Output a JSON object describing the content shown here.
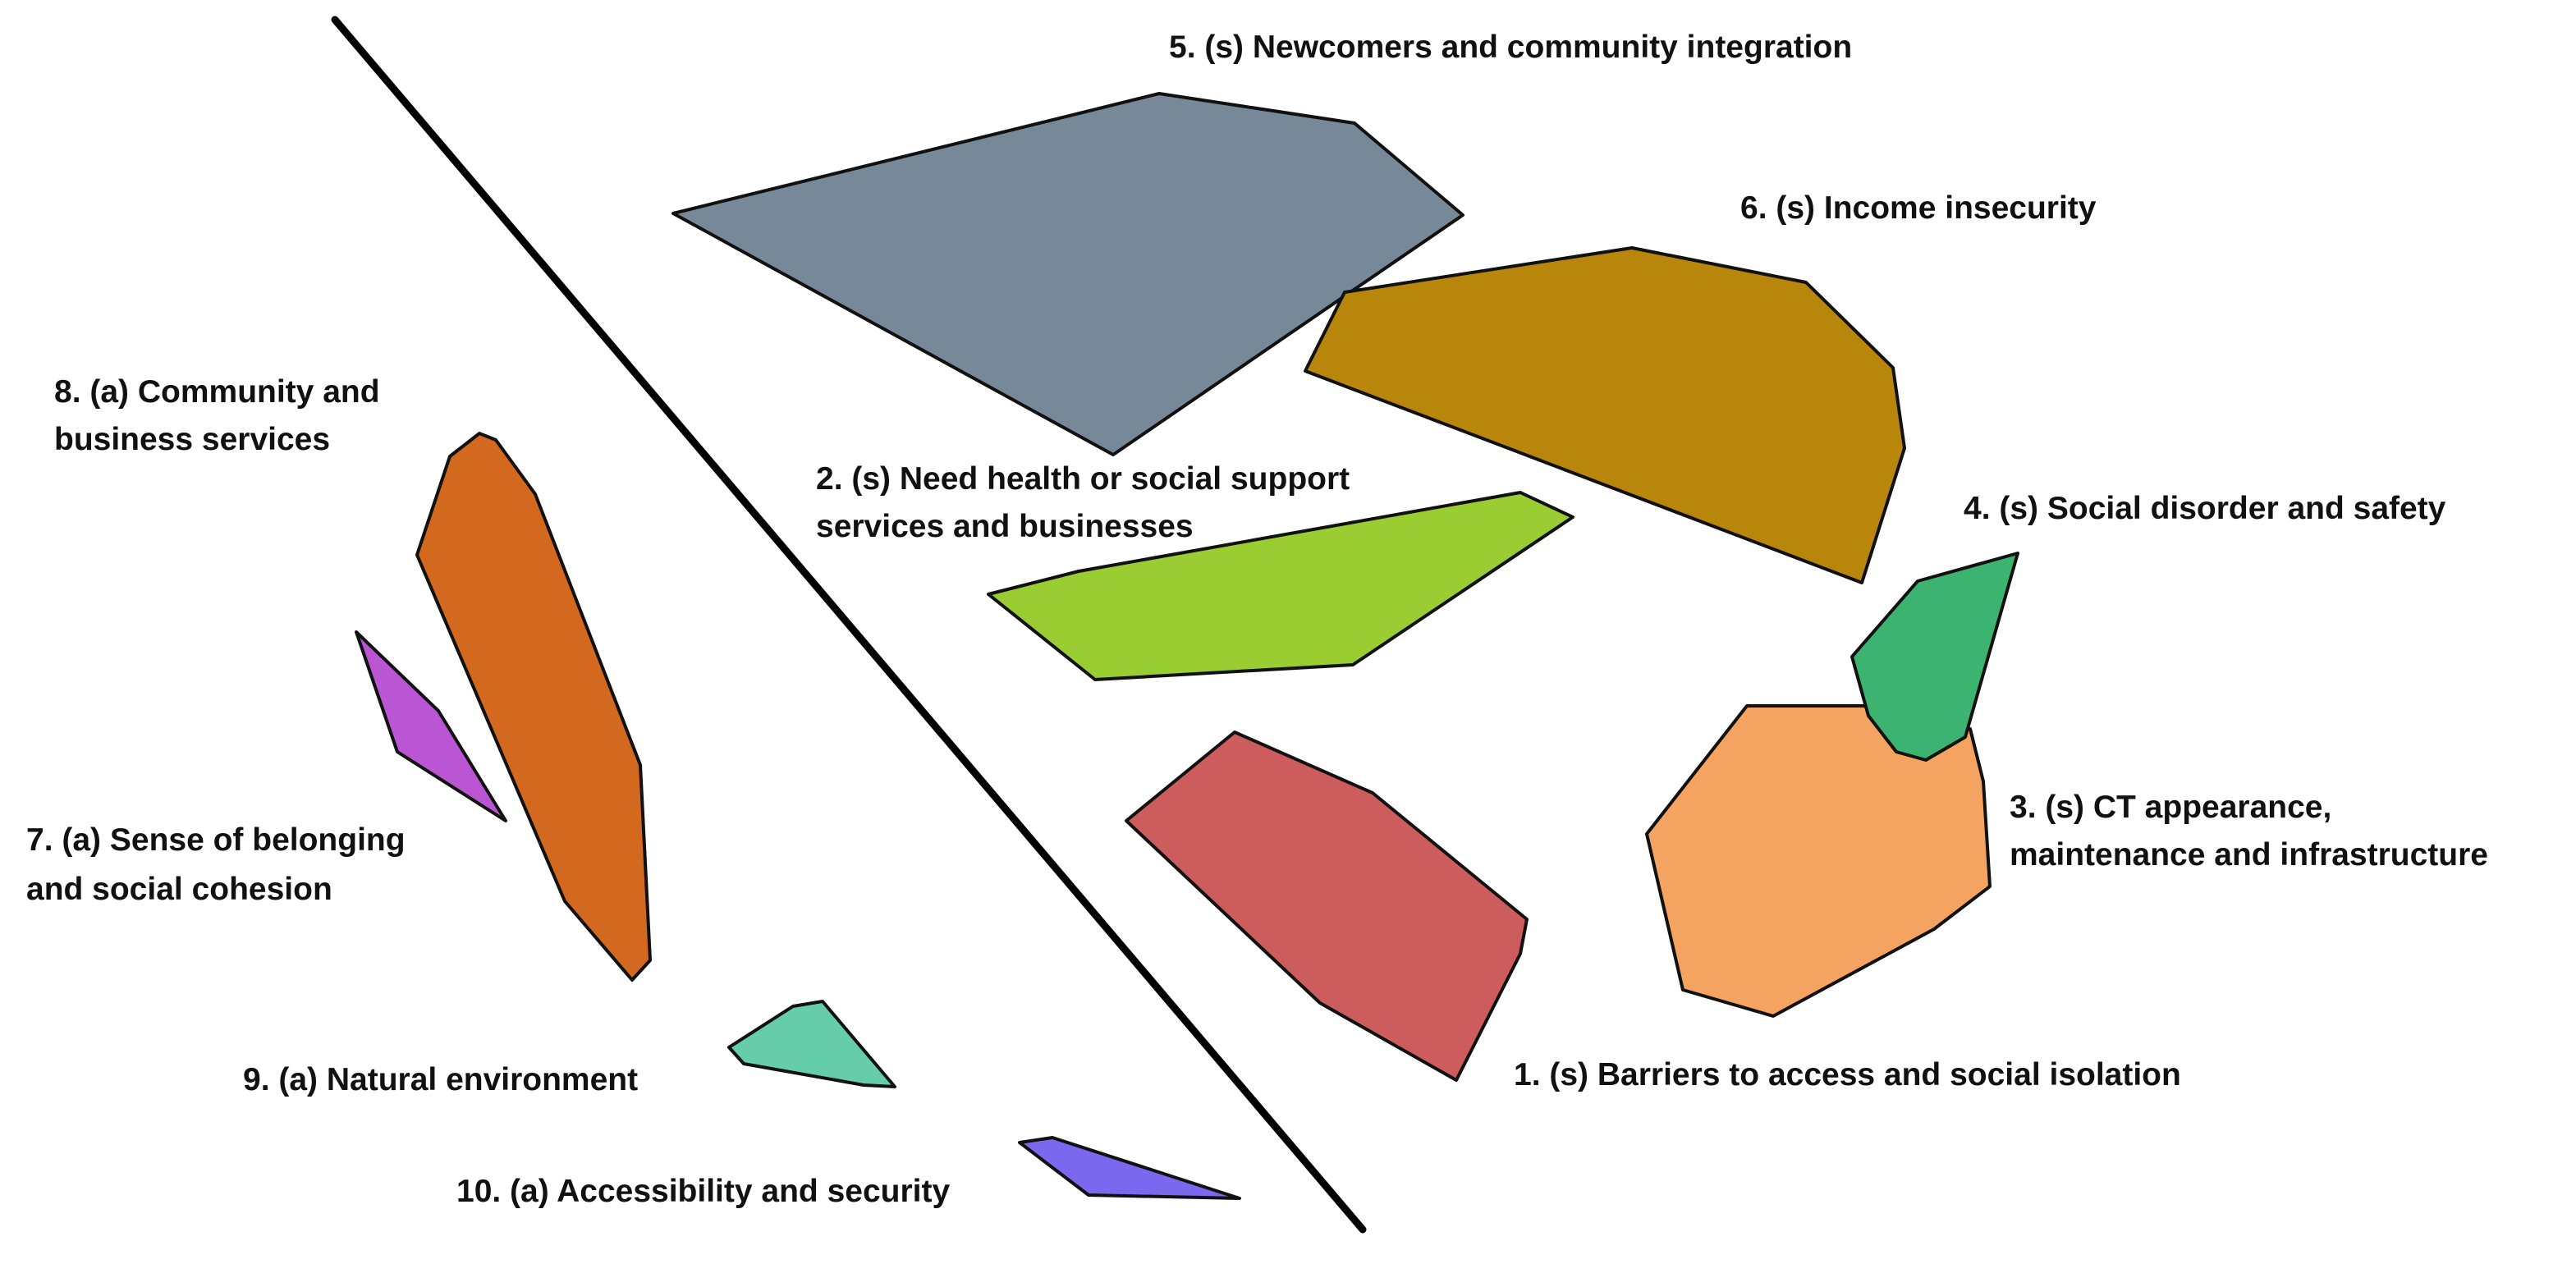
{
  "clusters": [
    {
      "id": "c1",
      "lines": [
        "1. (s) Barriers to access and social isolation"
      ],
      "color": "#CD5C5C"
    },
    {
      "id": "c2",
      "lines": [
        "2. (s) Need health or social support",
        "services and businesses"
      ],
      "color": "#9ACD32"
    },
    {
      "id": "c3",
      "lines": [
        "3. (s) CT appearance,",
        "maintenance and infrastructure"
      ],
      "color": "#F4A460"
    },
    {
      "id": "c4",
      "lines": [
        "4. (s) Social disorder and safety"
      ],
      "color": "#3CB371"
    },
    {
      "id": "c5",
      "lines": [
        "5. (s) Newcomers and community integration"
      ],
      "color": "#778899"
    },
    {
      "id": "c6",
      "lines": [
        "6. (s) Income insecurity"
      ],
      "color": "#B8860B"
    },
    {
      "id": "c7",
      "lines": [
        "7. (a) Sense of belonging",
        "and social cohesion"
      ],
      "color": "#BA55D3"
    },
    {
      "id": "c8",
      "lines": [
        "8. (a) Community and",
        "business services"
      ],
      "color": "#D2691E"
    },
    {
      "id": "c9",
      "lines": [
        "9. (a) Natural environment"
      ],
      "color": "#66CDAA"
    },
    {
      "id": "c10",
      "lines": [
        "10. (a) Accessibility and security"
      ],
      "color": "#7B68EE"
    }
  ]
}
